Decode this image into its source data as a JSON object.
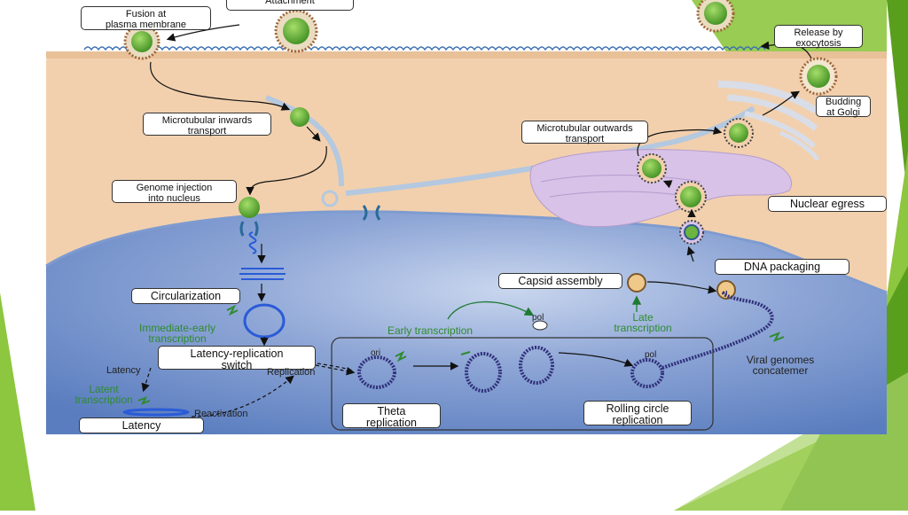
{
  "labels": {
    "attachment": "Attachment",
    "fusion": "Fusion at\nplasma membrane",
    "micro_in": "Microtubular inwards\ntransport",
    "genome_injection": "Genome injection\ninto nucleus",
    "circularization": "Circularization",
    "immediate_early": "Immediate-early\ntranscription",
    "latency_switch": "Latency-replication\nswitch",
    "latency_side": "Latency",
    "replication_side": "Replication",
    "latent_transcription": "Latent\ntranscription",
    "reactivation": "Reactivation",
    "latency_box": "Latency",
    "early_transcription": "Early transcription",
    "pol_top": "pol",
    "ori": "ori",
    "pol_rc": "pol",
    "theta": "Theta\nreplication",
    "rolling": "Rolling circle\nreplication",
    "capsid_assembly": "Capsid assembly",
    "late_transcription": "Late\ntranscription",
    "dna_packaging": "DNA packaging",
    "viral_genomes": "Viral genomes\nconcatemer",
    "nuclear_egress": "Nuclear egress",
    "micro_out": "Microtubular outwards\ntransport",
    "budding": "Budding\nat Golgi",
    "release": "Release by\nexocytosis"
  },
  "colors": {
    "slide_green": "#8dc63f",
    "slide_green_dark": "#5a9e1e",
    "cytoplasm": "#f2d0ad",
    "nucleus": "#6f8fc9",
    "nucleus_light": "#b9c8e6",
    "golgi": "#d8c2e8",
    "capsid": "#6db33f",
    "label_green": "#2e8b2e",
    "dna_blue": "#2a5bd7"
  }
}
